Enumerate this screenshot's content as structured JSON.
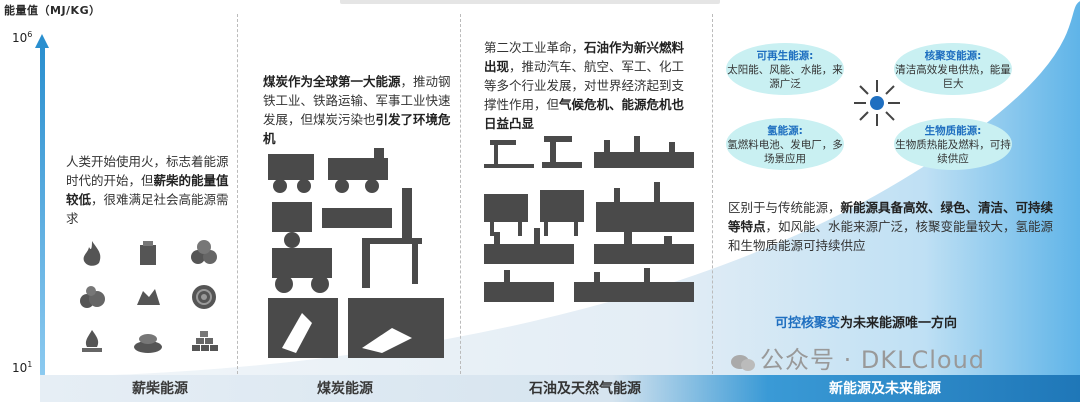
{
  "yaxis": {
    "label": "能量值（MJ/KG）",
    "top_tick": "10",
    "top_exp": "6",
    "bottom_tick": "10",
    "bottom_exp": "1"
  },
  "eras": [
    {
      "name": "薪柴能源"
    },
    {
      "name": "煤炭能源"
    },
    {
      "name": "石油及天然气能源"
    },
    {
      "name": "新能源及未来能源"
    }
  ],
  "wood": {
    "pre": "人类开始使用火，标志着能源时代的开始，但",
    "bold": "薪柴的能量值较低",
    "post": "，很难满足社会高能源需求"
  },
  "coal": {
    "bold1": "煤炭作为全球第一大能源",
    "mid": "，推动钢铁工业、铁路运输、军事工业快速发展，但煤炭污染也",
    "bold2": "引发了环境危机"
  },
  "oil": {
    "pre": "第二次工业革命，",
    "bold1": "石油作为新兴燃料出现",
    "mid": "，推动汽车、航空、军工、化工等多个行业发展，对世界经济起到支撑性作用，但",
    "bold2": "气候危机、能源危机也日益凸显"
  },
  "bubbles": [
    {
      "title": "可再生能源:",
      "body": "太阳能、风能、水能，来源广泛"
    },
    {
      "title": "核聚变能源:",
      "body": "清洁高效发电供热，能量巨大"
    },
    {
      "title": "氢能源:",
      "body": "氢燃料电池、发电厂，多场景应用"
    },
    {
      "title": "生物质能源:",
      "body": "生物质热能及燃料，可持续供应"
    }
  ],
  "newenergy": {
    "pre": "区别于与传统能源，",
    "bold": "新能源具备高效、绿色、清洁、可持续等特点",
    "post": "，如风能、水能来源广泛，核聚变能量较大，氢能源和生物质能源可持续供应"
  },
  "future": {
    "highlight": "可控核聚变",
    "rest": "为未来能源唯一方向"
  },
  "watermark": "公众号 · DKLCloud",
  "colors": {
    "accent": "#1f6fc0",
    "bubble": "#c9f0f2",
    "bar": "#1f77b8"
  }
}
